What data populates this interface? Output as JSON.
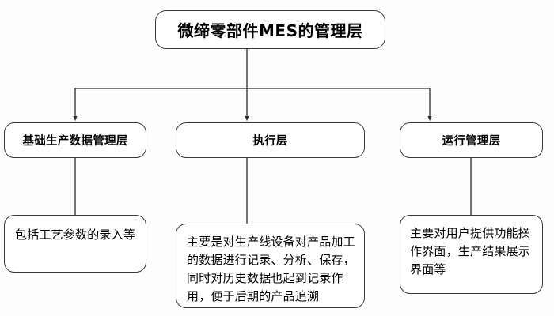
{
  "diagram": {
    "title_node": {
      "id": "mes-management-layers",
      "label": "微缔零部件MES的管理层"
    },
    "layers": [
      {
        "id": "base-production-data",
        "label": "基础生产数据管理层",
        "description": "包括工艺参数的录入等"
      },
      {
        "id": "execution",
        "label": "执行层",
        "description": "主要是对生产线设备对产品加工的数据进行记录、分析、保存，同时对历史数据也起到记录作用，便于后期的产品追溯"
      },
      {
        "id": "operation-management",
        "label": "运行管理层",
        "description": "主要对用户提供功能操作界面，生产结果展示界面等"
      }
    ],
    "style": {
      "stroke": "#3a3a3a",
      "connector_stroke": "#2b2b2b",
      "box_fill": "#ffffff",
      "text_color": "#000000",
      "background": "#fdfdfd"
    }
  }
}
